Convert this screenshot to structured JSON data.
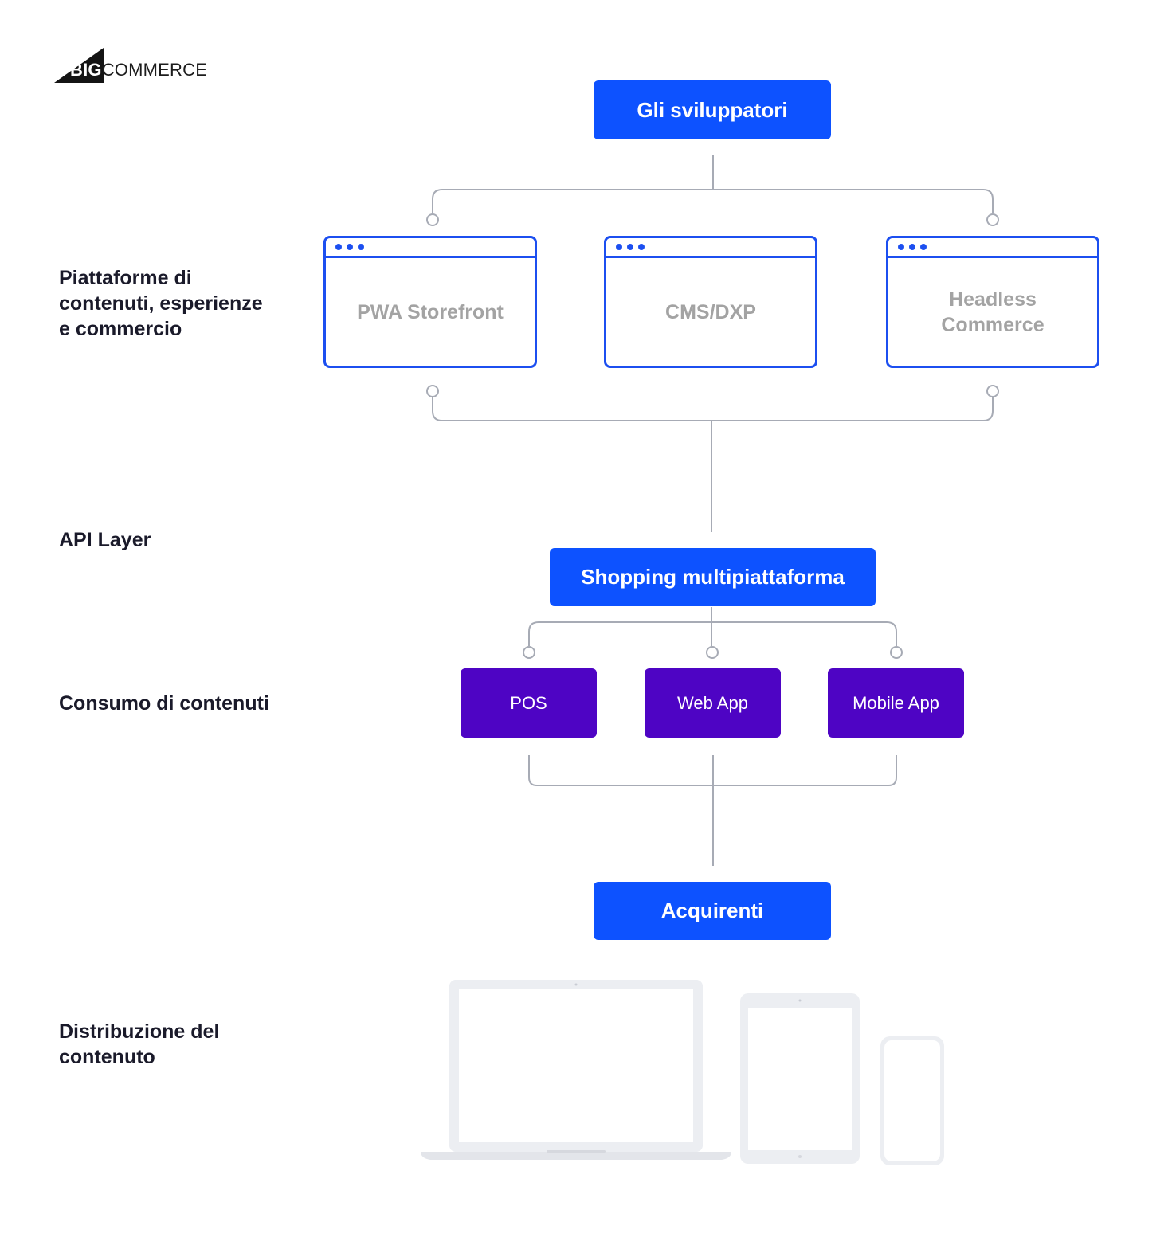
{
  "brand": {
    "logo_big": "BIG",
    "logo_rest": "COMMERCE"
  },
  "labels": {
    "platforms": "Piattaforme di\ncontenuti, esperienze\ne commercio",
    "api_layer": "API Layer",
    "consumption": "Consumo di contenuti",
    "distribution": "Distribuzione del\ncontenuto"
  },
  "nodes": {
    "developers": "Gli sviluppatori",
    "platforms": [
      "PWA Storefront",
      "CMS/DXP",
      "Headless\nCommerce"
    ],
    "api": "Shopping multipiattaforma",
    "channels": [
      "POS",
      "Web App",
      "Mobile App"
    ],
    "buyers": "Acquirenti"
  },
  "devices": [
    "laptop-icon",
    "tablet-icon",
    "phone-icon"
  ],
  "colors": {
    "blue": "#0d52ff",
    "purple": "#4e04c4",
    "line": "#a7abb5",
    "device": "#eceef2"
  }
}
